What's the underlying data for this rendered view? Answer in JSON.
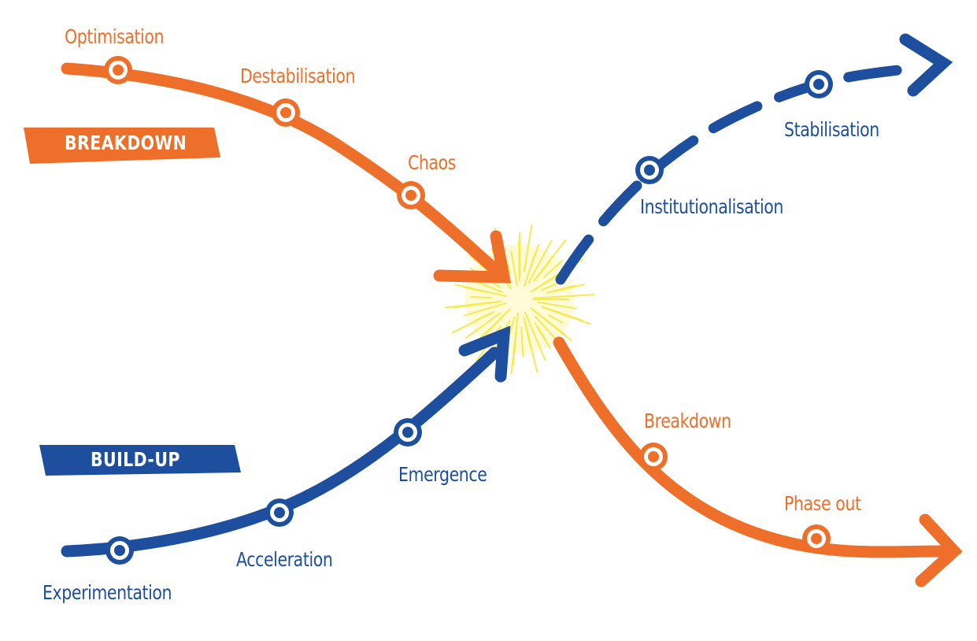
{
  "colors": {
    "breakdown": "#ee6f2a",
    "buildup": "#1d4f9e",
    "burst": "#f5ea50"
  },
  "banners": {
    "breakdown": "BREAKDOWN",
    "buildup": "BUILD-UP"
  },
  "stages": {
    "optimisation": "Optimisation",
    "destabilisation": "Destabilisation",
    "chaos": "Chaos",
    "experimentation": "Experimentation",
    "acceleration": "Acceleration",
    "emergence": "Emergence",
    "institutionalisation": "Institutionalisation",
    "stabilisation": "Stabilisation",
    "breakdown": "Breakdown",
    "phase_out": "Phase out"
  }
}
